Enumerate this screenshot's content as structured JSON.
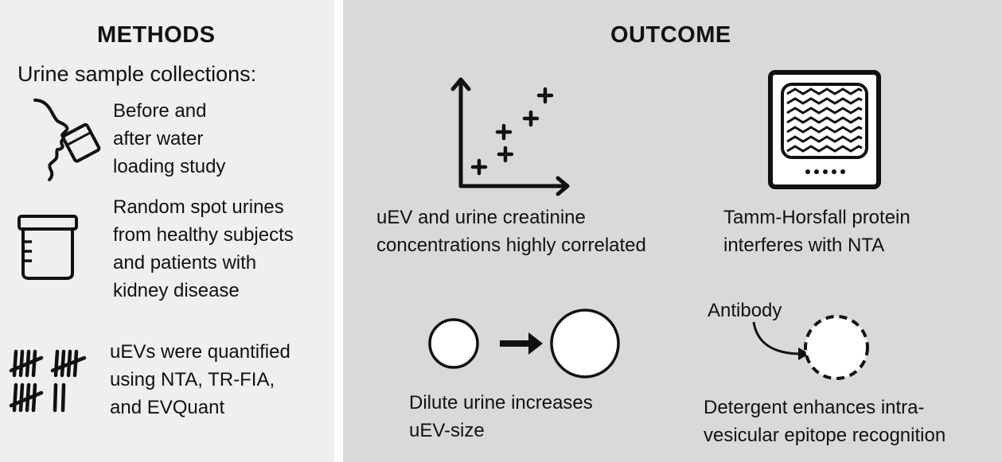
{
  "methods": {
    "heading": "METHODS",
    "subheading": "Urine sample collections:",
    "items": [
      {
        "icon": "drinking-face-icon",
        "text": "Before and\nafter water\nloading study"
      },
      {
        "icon": "urine-cup-icon",
        "text": "Random spot urines\nfrom healthy subjects\nand patients with\nkidney disease"
      },
      {
        "icon": "tally-marks-icon",
        "text": "uEVs were quantified\nusing NTA, TR-FIA,\nand EVQuant"
      }
    ]
  },
  "outcome": {
    "heading": "OUTCOME",
    "items": [
      {
        "icon": "scatter-plot-icon",
        "text": "uEV and urine creatinine\nconcentrations highly correlated"
      },
      {
        "icon": "monitor-icon",
        "text": "Tamm-Horsfall protein\ninterferes with NTA"
      },
      {
        "icon": "size-increase-icon",
        "text": "Dilute urine increases\nuEV-size"
      },
      {
        "icon": "antibody-vesicle-icon",
        "label": "Antibody",
        "text": "Detergent enhances intra-\nvesicular epitope recognition"
      }
    ]
  },
  "colors": {
    "left_panel": "#efefef",
    "right_panel": "#d9d9d9",
    "ink": "#111111"
  }
}
